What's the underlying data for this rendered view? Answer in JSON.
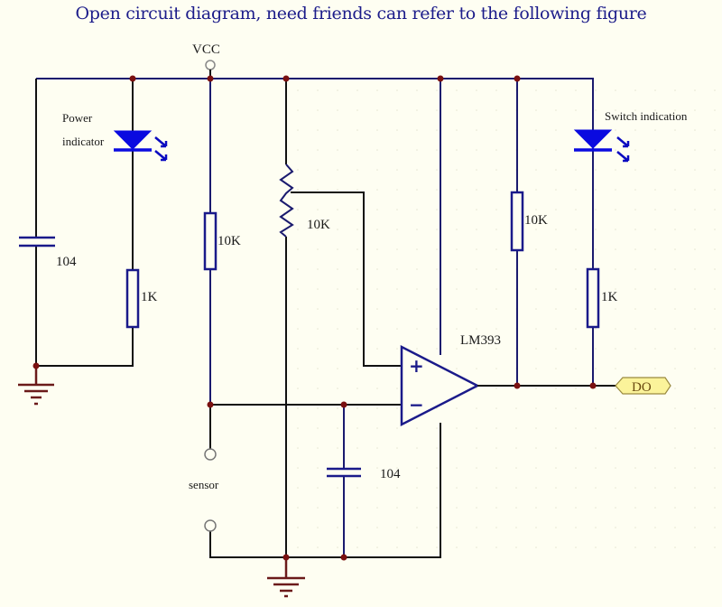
{
  "title": "Open circuit diagram, need friends can refer to the following figure",
  "labels": {
    "vcc": "VCC",
    "power_indicator_line1": "Power",
    "power_indicator_line2": "indicator",
    "switch_indication": "Switch indication",
    "cap_left": "104",
    "res_power_led": "1K",
    "res_sensor": "10K",
    "potentiometer": "10K",
    "opamp": "LM393",
    "res_pullup": "10K",
    "res_switch_led": "1K",
    "cap_sensor": "104",
    "sensor": "sensor",
    "plus": "+",
    "minus": "−",
    "output": "DO"
  },
  "colors": {
    "background": "#fefef2",
    "title": "#1c1c8a",
    "wire": "#1a1a6e",
    "junction": "#7a1010",
    "led": "#0a0ae0",
    "output_tag": "#fbf39a"
  }
}
